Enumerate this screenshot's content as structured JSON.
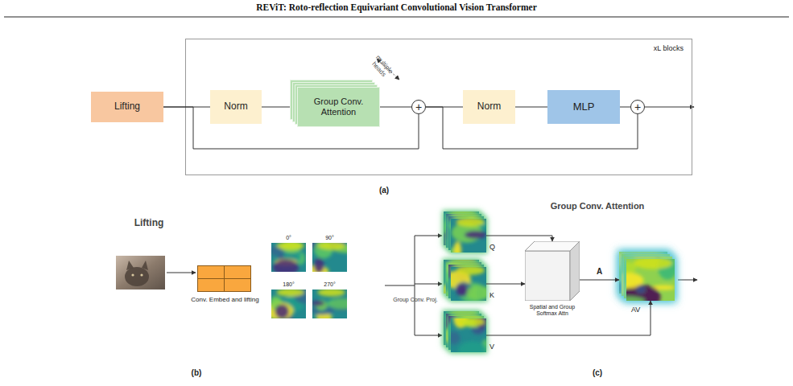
{
  "diagram": {
    "title": "REViT: Roto-reflection Equivariant Convolutional Vision Transformer",
    "nodes": [
      {
        "text": [
          "Lifting"
        ]
      },
      {
        "text": [
          "xL blocks"
        ]
      },
      {
        "text": [
          "Norm"
        ],
        "in": 1
      },
      {
        "text": [
          "Group Conv. Attention"
        ],
        "in": 1
      },
      {
        "text": [
          "+"
        ],
        "in": 1
      },
      {
        "text": [
          "Norm"
        ],
        "in": 1
      },
      {
        "text": [
          "MLP"
        ],
        "in": 1
      },
      {
        "text": [
          "+"
        ],
        "in": 1
      },
      {
        "text": [
          "Conv. Embed and lifting"
        ]
      },
      {
        "text": [
          "0°"
        ]
      },
      {
        "text": [
          "90°"
        ]
      },
      {
        "text": [
          "180°"
        ]
      },
      {
        "text": [
          "270°"
        ]
      },
      {
        "text": [
          "Q"
        ]
      },
      {
        "text": [
          "K"
        ]
      },
      {
        "text": [
          "V"
        ]
      },
      {
        "text": [
          "Spatial and Group Softmax Attn"
        ]
      },
      {
        "text": [
          "AV"
        ]
      }
    ],
    "edges": [
      {
        "from": 0,
        "to": 2,
        "arrow": "none"
      },
      {
        "from": 0,
        "to": 4,
        "arrow": "none"
      },
      {
        "from": 2,
        "to": 3,
        "arrow": "none"
      },
      {
        "from": 3,
        "to": 4,
        "arrow": "none"
      },
      {
        "from": 4,
        "to": 5,
        "arrow": "none"
      },
      {
        "from": 4,
        "to": 7,
        "arrow": "none"
      },
      {
        "from": 5,
        "to": 6,
        "arrow": "none"
      },
      {
        "from": 6,
        "to": 7,
        "arrow": "none"
      },
      {
        "from": 13,
        "to": 16,
        "arrow": "to"
      },
      {
        "from": 14,
        "to": 16,
        "arrow": "to"
      },
      {
        "from": 16,
        "to": 17,
        "arrow": "to",
        "label": "A"
      },
      {
        "from": 15,
        "to": 17,
        "arrow": "to"
      }
    ],
    "labels": [
      "multiple heads",
      "(a)",
      "Lifting",
      "Group Conv. Attention",
      "Group Conv. Proj.",
      "(b)",
      "(c)"
    ]
  }
}
